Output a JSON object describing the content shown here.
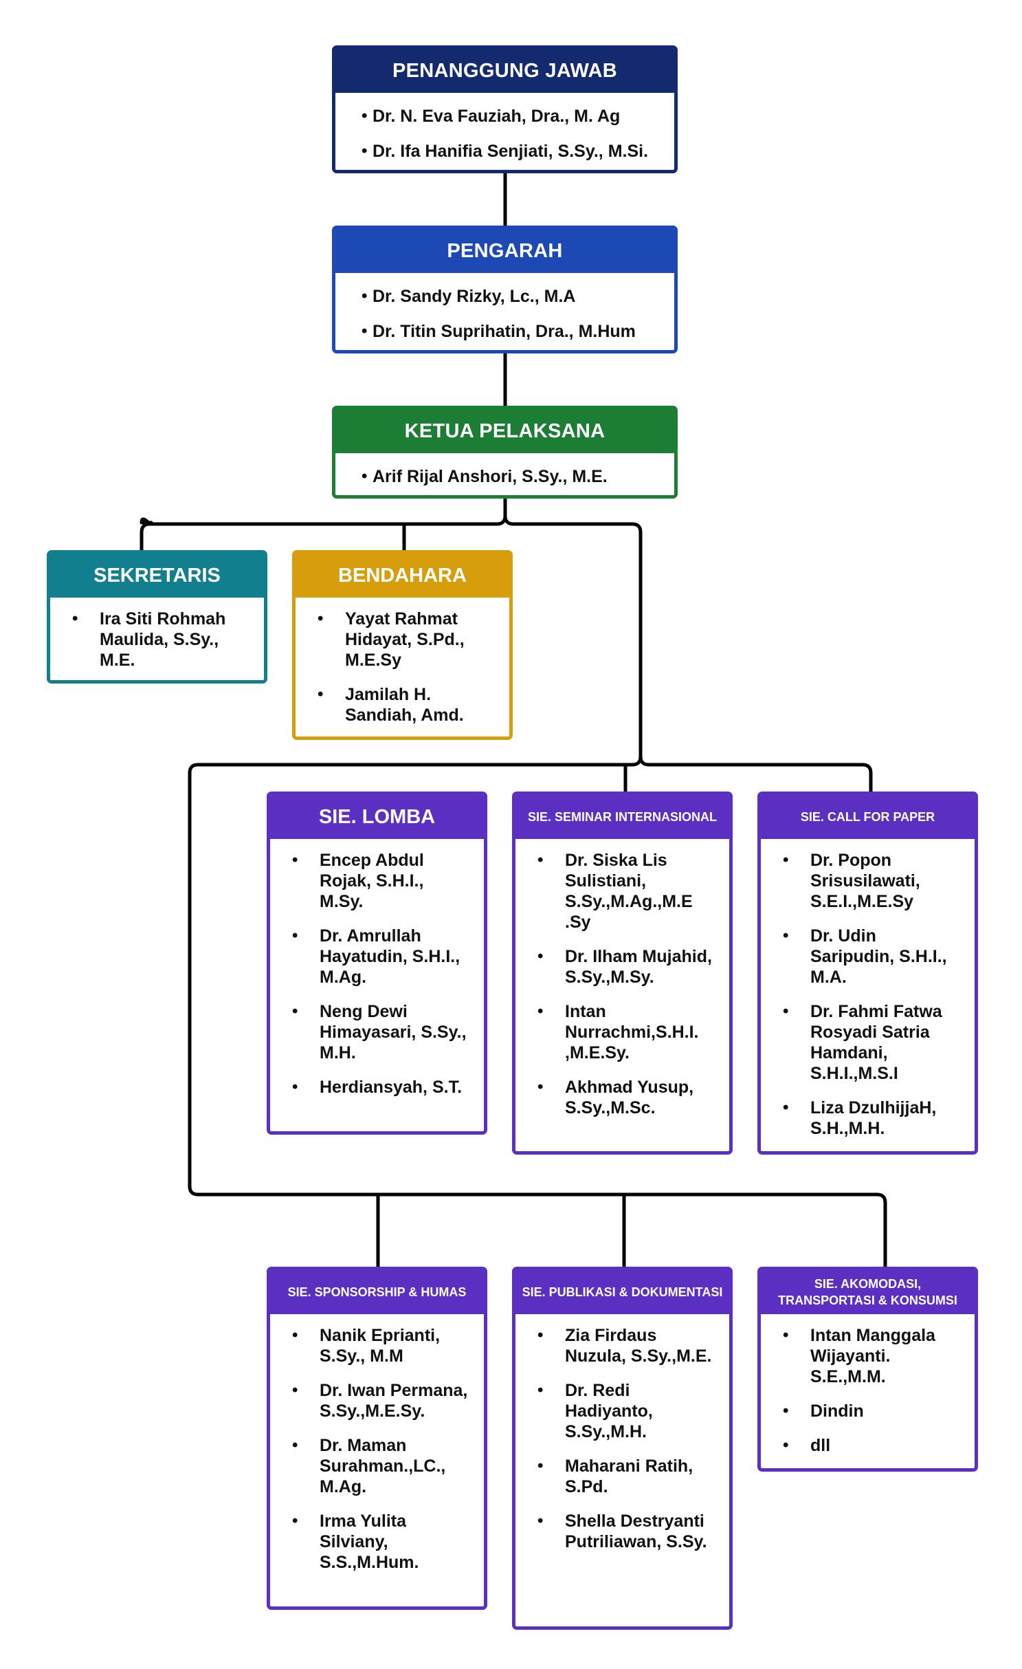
{
  "colors": {
    "navy": "#142a6e",
    "blue": "#1c49b4",
    "green": "#1c7d34",
    "teal": "#127f8f",
    "gold": "#d69e0b",
    "purple": "#5a2fc2",
    "connector": "#000000"
  },
  "penanggung_jawab": {
    "title": "PENANGGUNG JAWAB",
    "members": [
      "Dr. N. Eva Fauziah, Dra., M. Ag",
      "Dr. Ifa Hanifia Senjiati, S.Sy., M.Si."
    ]
  },
  "pengarah": {
    "title": "PENGARAH",
    "members": [
      "Dr. Sandy Rizky, Lc., M.A",
      "Dr. Titin Suprihatin, Dra., M.Hum"
    ]
  },
  "ketua_pelaksana": {
    "title": "KETUA PELAKSANA",
    "members": [
      "Arif Rijal Anshori, S.Sy., M.E."
    ]
  },
  "sekretaris": {
    "title": "SEKRETARIS",
    "members": [
      "Ira Siti Rohmah Maulida, S.Sy., M.E."
    ]
  },
  "bendahara": {
    "title": "BENDAHARA",
    "members": [
      "Yayat Rahmat Hidayat, S.Pd., M.E.Sy",
      "Jamilah H. Sandiah, Amd."
    ]
  },
  "sie_lomba": {
    "title": "SIE. LOMBA",
    "members": [
      "Encep Abdul Rojak, S.H.I., M.Sy.",
      "Dr. Amrullah Hayatudin, S.H.I., M.Ag.",
      "Neng Dewi Himayasari, S.Sy., M.H.",
      "Herdiansyah, S.T."
    ]
  },
  "sie_seminar": {
    "title": "SIE. SEMINAR INTERNASIONAL",
    "members": [
      "Dr. Siska Lis Sulistiani, S.Sy.,M.Ag.,M.E .Sy",
      "Dr. Ilham Mujahid, S.Sy.,M.Sy.",
      "Intan Nurrachmi,S.H.I. ,M.E.Sy.",
      "Akhmad Yusup, S.Sy.,M.Sc."
    ]
  },
  "sie_call_for_paper": {
    "title": "SIE. CALL FOR PAPER",
    "members": [
      "Dr. Popon Srisusilawati, S.E.I.,M.E.Sy",
      "Dr. Udin Saripudin, S.H.I., M.A.",
      "Dr. Fahmi Fatwa Rosyadi Satria Hamdani, S.H.I.,M.S.I",
      "Liza DzulhijjaH, S.H.,M.H."
    ]
  },
  "sie_sponsorship": {
    "title": "SIE. SPONSORSHIP & HUMAS",
    "members": [
      "Nanik Eprianti, S.Sy., M.M",
      "Dr. Iwan Permana, S.Sy.,M.E.Sy.",
      "Dr. Maman Surahman.,LC., M.Ag.",
      "Irma Yulita Silviany, S.S.,M.Hum."
    ]
  },
  "sie_publikasi": {
    "title": "SIE. PUBLIKASI & DOKUMENTASI",
    "members": [
      "Zia Firdaus Nuzula, S.Sy.,M.E.",
      "Dr. Redi Hadiyanto, S.Sy.,M.H.",
      "Maharani Ratih, S.Pd.",
      "Shella Destryanti Putriliawan, S.Sy."
    ]
  },
  "sie_akomodasi": {
    "title": "SIE. AKOMODASI, TRANSPORTASI & KONSUMSI",
    "members": [
      "Intan Manggala Wijayanti. S.E.,M.M.",
      "Dindin",
      "dll"
    ]
  }
}
